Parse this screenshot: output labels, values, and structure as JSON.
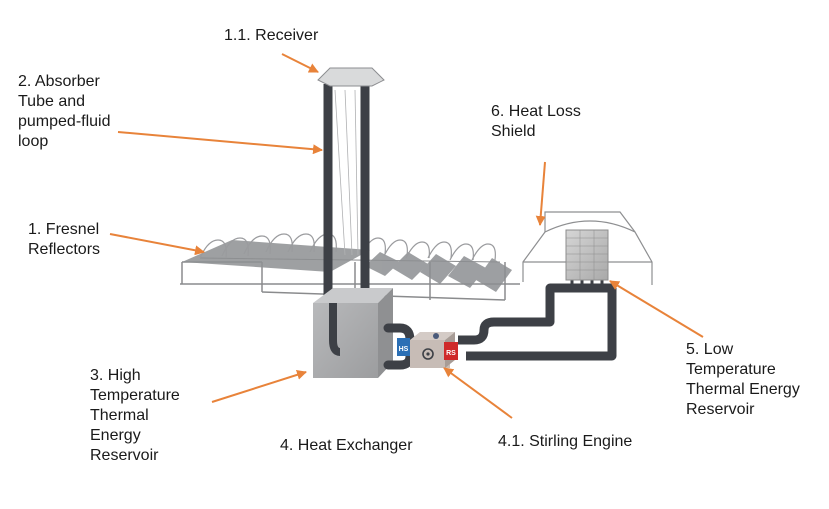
{
  "labels": {
    "receiver": "1.1. Receiver",
    "absorber": [
      "2. Absorber",
      "Tube and",
      "pumped-fluid",
      "loop"
    ],
    "fresnel": [
      "1. Fresnel",
      "Reflectors"
    ],
    "heat_loss_shield": [
      "6. Heat Loss",
      "Shield"
    ],
    "high_temp_reservoir": [
      "3. High",
      "Temperature",
      "Thermal",
      "Energy",
      "Reservoir"
    ],
    "heat_exchanger": "4. Heat Exchanger",
    "stirling_engine": "4.1. Stirling Engine",
    "low_temp_reservoir": [
      "5. Low",
      "Temperature",
      "Thermal Energy",
      "Reservoir"
    ]
  },
  "engine_marks": {
    "left": "HS",
    "right": "RS"
  },
  "colors": {
    "arrow": "#e8833a",
    "pipe": "#3d4046",
    "box": "#a9aaac",
    "text": "#1a1a1a"
  }
}
